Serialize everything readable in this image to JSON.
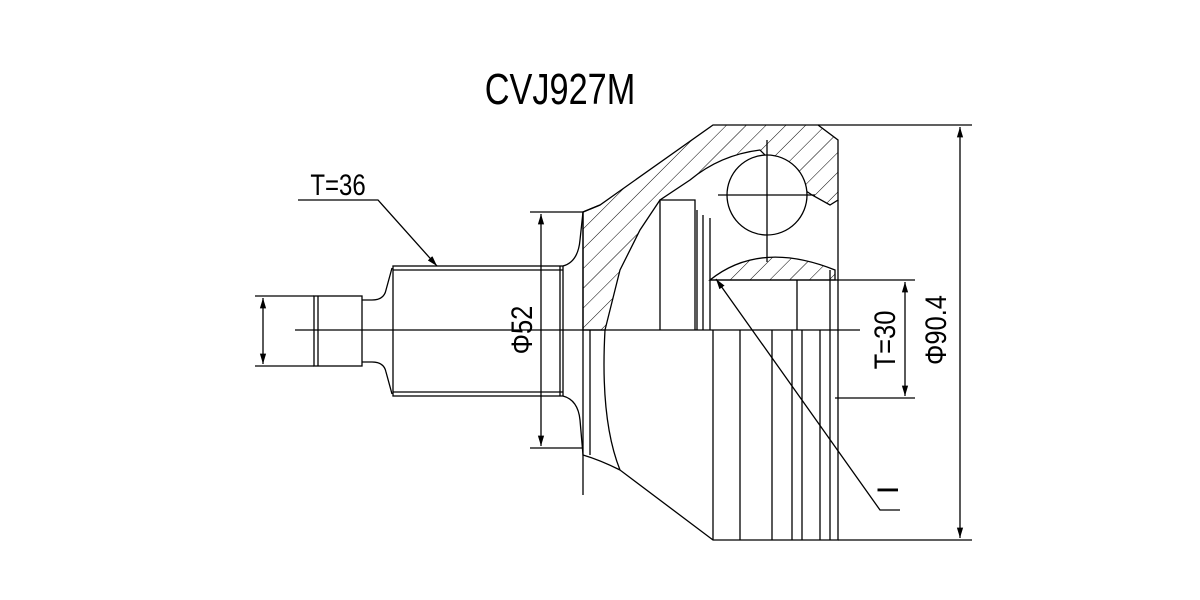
{
  "title": "CVJ927M",
  "labels": {
    "spline_outer": "T=36",
    "shaft_diameter": "Φ52",
    "spline_inner": "T=30",
    "outer_diameter": "Φ90.4",
    "ring_marker": "I"
  },
  "colors": {
    "line": "#000000",
    "background": "#ffffff"
  }
}
